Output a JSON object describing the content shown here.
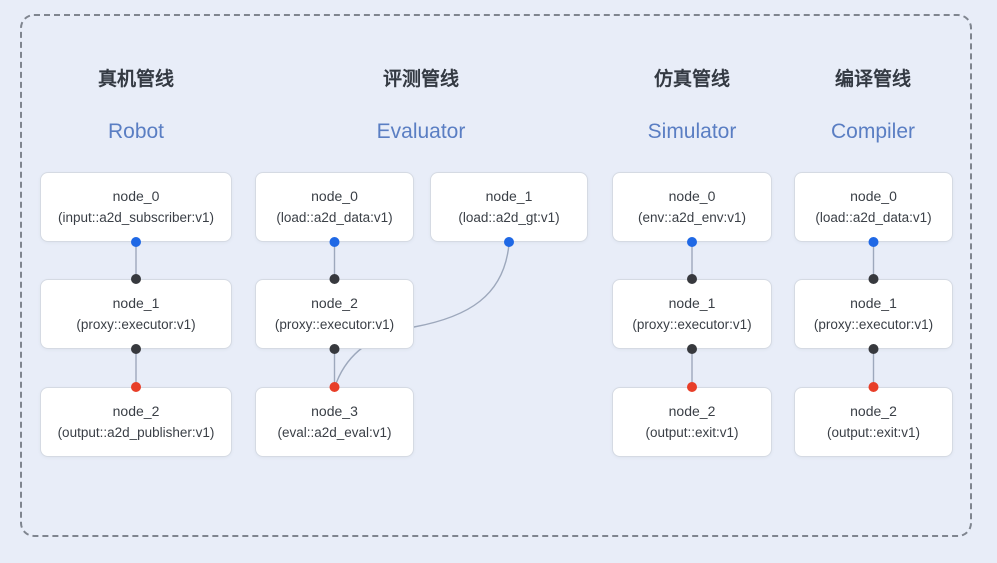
{
  "diagram": {
    "pipelines": [
      {
        "title_zh": "真机管线",
        "title_en": "Robot",
        "nodes": [
          {
            "name": "node_0",
            "type": "(input::a2d_subscriber:v1)"
          },
          {
            "name": "node_1",
            "type": "(proxy::executor:v1)"
          },
          {
            "name": "node_2",
            "type": "(output::a2d_publisher:v1)"
          }
        ],
        "links": [
          "node_0->node_1",
          "node_1->node_2"
        ]
      },
      {
        "title_zh": "评测管线",
        "title_en": "Evaluator",
        "nodes": [
          {
            "name": "node_0",
            "type": "(load::a2d_data:v1)"
          },
          {
            "name": "node_1",
            "type": "(load::a2d_gt:v1)"
          },
          {
            "name": "node_2",
            "type": "(proxy::executor:v1)"
          },
          {
            "name": "node_3",
            "type": "(eval::a2d_eval:v1)"
          }
        ],
        "links": [
          "node_0->node_2",
          "node_1->node_3",
          "node_2->node_3"
        ]
      },
      {
        "title_zh": "仿真管线",
        "title_en": "Simulator",
        "nodes": [
          {
            "name": "node_0",
            "type": "(env::a2d_env:v1)"
          },
          {
            "name": "node_1",
            "type": "(proxy::executor:v1)"
          },
          {
            "name": "node_2",
            "type": "(output::exit:v1)"
          }
        ],
        "links": [
          "node_0->node_1",
          "node_1->node_2"
        ]
      },
      {
        "title_zh": "编译管线",
        "title_en": "Compiler",
        "nodes": [
          {
            "name": "node_0",
            "type": "(load::a2d_data:v1)"
          },
          {
            "name": "node_1",
            "type": "(proxy::executor:v1)"
          },
          {
            "name": "node_2",
            "type": "(output::exit:v1)"
          }
        ],
        "links": [
          "node_0->node_1",
          "node_1->node_2"
        ]
      }
    ],
    "port_legend": {
      "source_output": "blue dot on bottom edge of source nodes",
      "intermediate": "dark dot on top/bottom edges of proxy nodes",
      "sink_input": "red dot on top edge of final nodes"
    }
  },
  "colors": {
    "background": "#e8edf8",
    "frame_dash": "#7f858f",
    "node_border": "#d5dae3",
    "edge": "#9da8bc",
    "port_source": "#1f68e5",
    "port_mid": "#37393e",
    "port_sink": "#e83e28",
    "title_accent": "#5a7ec3"
  }
}
